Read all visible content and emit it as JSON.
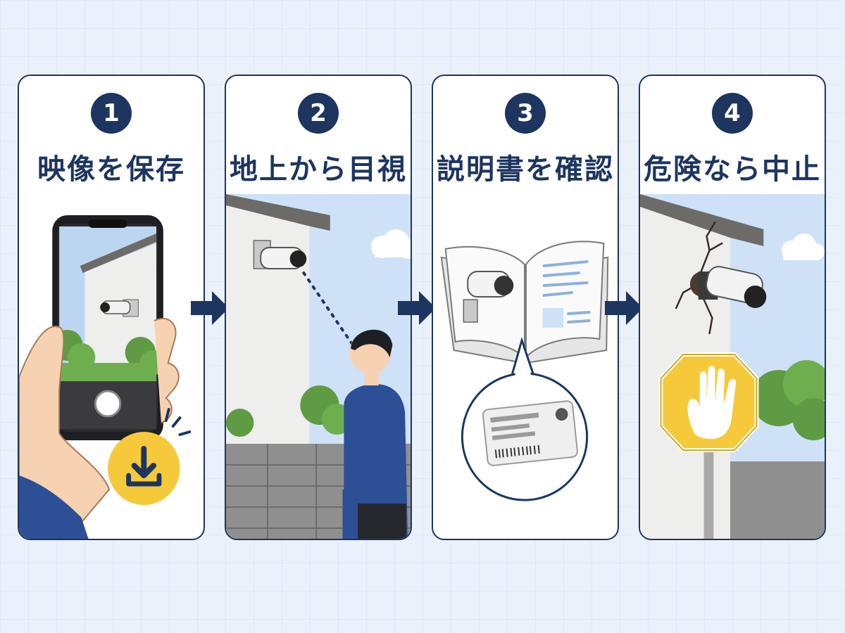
{
  "steps": [
    {
      "number": "1",
      "title": "映像を保存"
    },
    {
      "number": "2",
      "title": "地上から目視"
    },
    {
      "number": "3",
      "title": "説明書を確認"
    },
    {
      "number": "4",
      "title": "危険なら中止"
    }
  ],
  "colors": {
    "navy": "#1e3560",
    "accent_yellow": "#f5c93a",
    "sky": "#cfe1f7",
    "panel_bg": "#ffffff"
  },
  "icons": {
    "save": "download-icon",
    "stop": "stop-hand-icon",
    "flow": "arrow-right-icon"
  }
}
